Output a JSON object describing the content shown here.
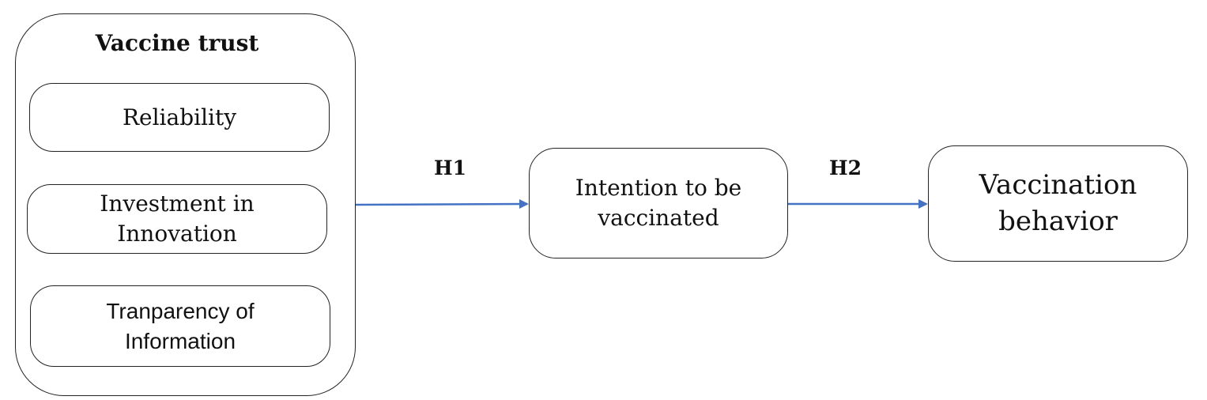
{
  "vaccine_trust": {
    "title": "Vaccine trust",
    "items": [
      {
        "line1": "Reliability",
        "line2": ""
      },
      {
        "line1": "Investment in",
        "line2": "Innovation"
      },
      {
        "line1": "Tranparency of",
        "line2": "Information"
      }
    ]
  },
  "intention": {
    "line1": "Intention to be",
    "line2": "vaccinated"
  },
  "behavior": {
    "line1": "Vaccination",
    "line2": "behavior"
  },
  "hypotheses": {
    "h1": "H1",
    "h2": "H2"
  },
  "colors": {
    "arrow": "#4472C4",
    "border": "#222222"
  }
}
